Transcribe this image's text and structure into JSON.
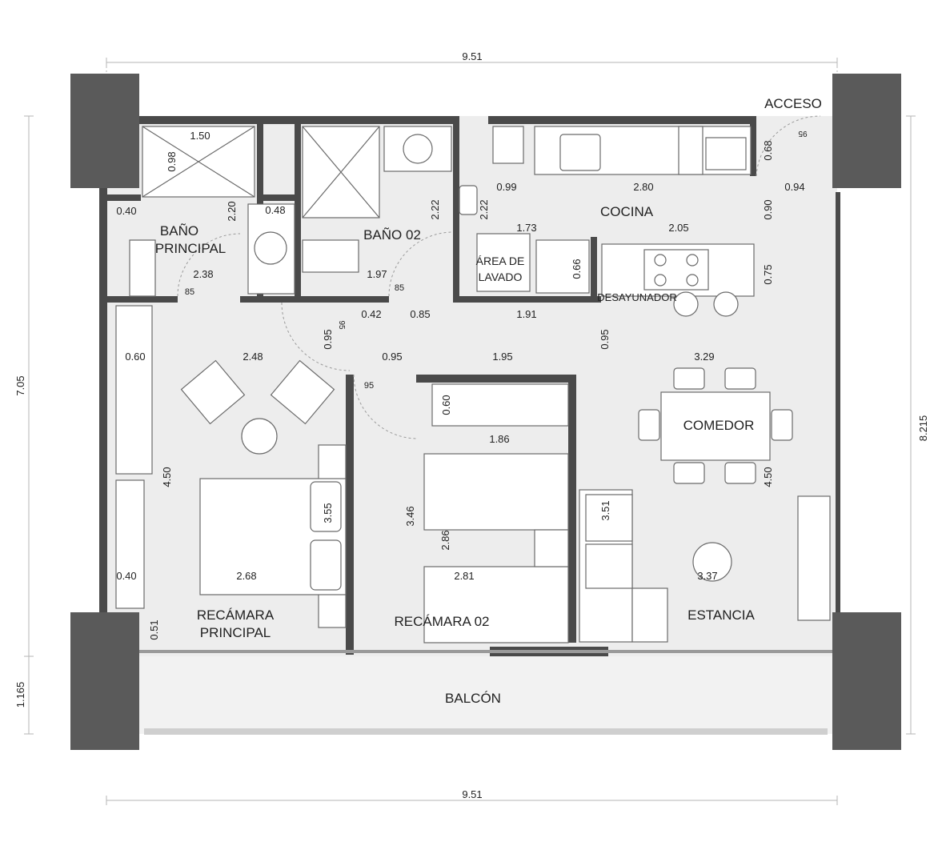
{
  "rooms": {
    "bano_principal_1": "BAÑO",
    "bano_principal_2": "PRINCIPAL",
    "bano_02": "BAÑO 02",
    "cocina": "COCINA",
    "acceso": "ACCESO",
    "area_lavado_1": "ÁREA DE",
    "area_lavado_2": "LAVADO",
    "desayunador": "DESAYUNADOR",
    "comedor": "COMEDOR",
    "estancia": "ESTANCIA",
    "recamara_principal_1": "RECÁMARA",
    "recamara_principal_2": "PRINCIPAL",
    "recamara_02": "RECÁMARA 02",
    "balcon": "BALCÓN"
  },
  "dimensions": {
    "top_total": "9.51",
    "bottom_total": "9.51",
    "left_total": "7.05",
    "left_balcony": "1.165",
    "right_total": "8.215",
    "d_1_50": "1.50",
    "d_0_98": "0.98",
    "d_0_40_a": "0.40",
    "d_2_20": "2.20",
    "d_0_48": "0.48",
    "d_2_38": "2.38",
    "d_85_a": "85",
    "d_2_22_a": "2.22",
    "d_1_97": "1.97",
    "d_85_b": "85",
    "d_2_22_b": "2.22",
    "d_0_99": "0.99",
    "d_2_80": "2.80",
    "d_0_68": "0.68",
    "d_95_top": "95",
    "d_0_94": "0.94",
    "d_0_90": "0.90",
    "d_1_73": "1.73",
    "d_2_05": "2.05",
    "d_0_66": "0.66",
    "d_0_75": "0.75",
    "d_0_42": "0.42",
    "d_0_85": "0.85",
    "d_1_91": "1.91",
    "d_0_95_a": "0.95",
    "d_95_b": "95",
    "d_0_95_b": "0.95",
    "d_0_60_a": "0.60",
    "d_2_48": "2.48",
    "d_0_95_c": "0.95",
    "d_1_95": "1.95",
    "d_3_29": "3.29",
    "d_95_c": "95",
    "d_0_60_b": "0.60",
    "d_1_86": "1.86",
    "d_4_50_a": "4.50",
    "d_3_55": "3.55",
    "d_3_46": "3.46",
    "d_2_86": "2.86",
    "d_3_51": "3.51",
    "d_4_50_b": "4.50",
    "d_0_40_b": "0.40",
    "d_2_68": "2.68",
    "d_2_81": "2.81",
    "d_3_37": "3.37",
    "d_0_51": "0.51"
  },
  "colors": {
    "column": "#5a5a5a",
    "wall": "#4a4a4a",
    "floor": "#ededed",
    "furniture_line": "#6a6a6a",
    "dim_line": "#b5b5b5"
  }
}
